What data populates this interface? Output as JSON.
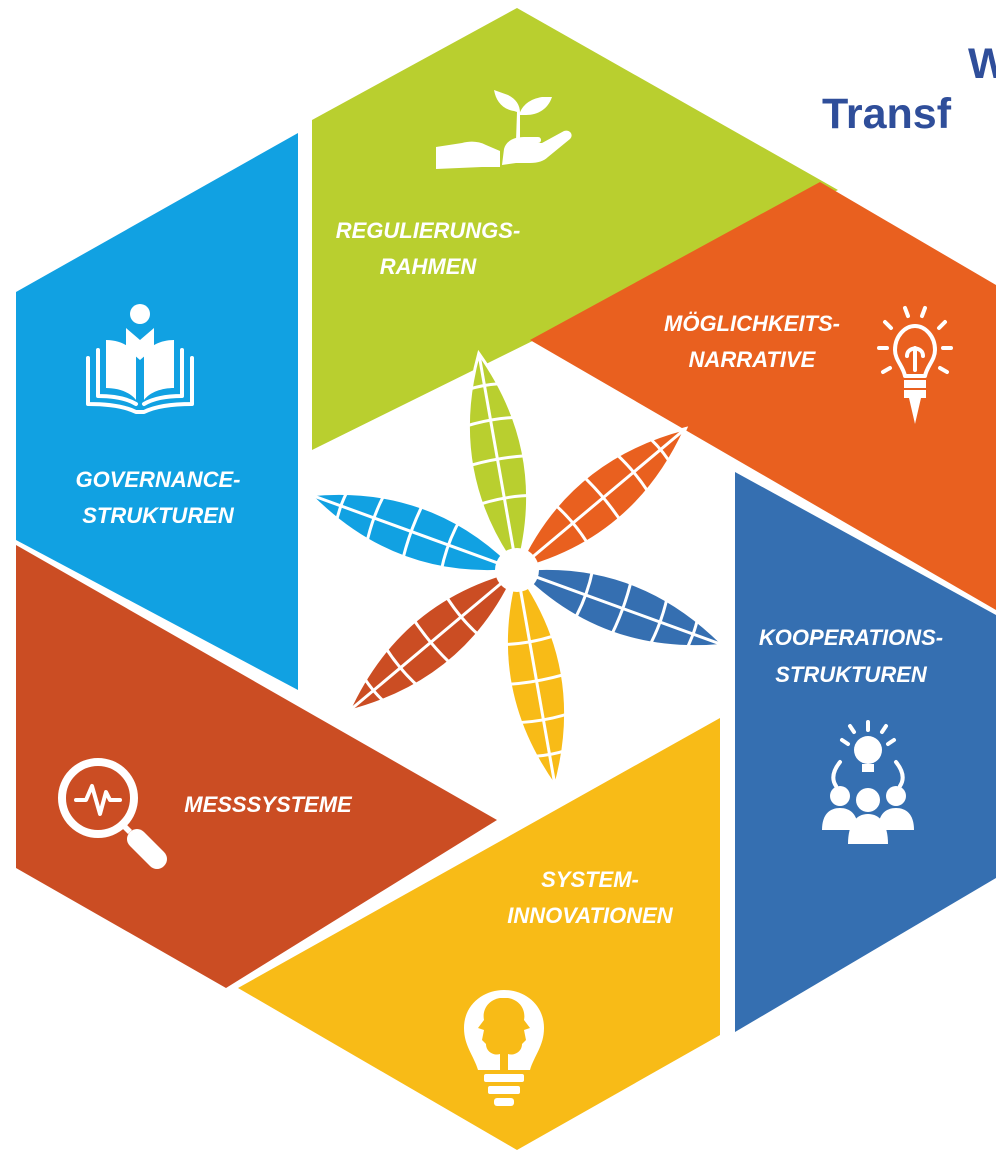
{
  "title": {
    "line1": "W",
    "line2": "Transf",
    "color": "#2f4e9a"
  },
  "segments": [
    {
      "id": "regulierung",
      "line1": "REGULIERUNGS-",
      "line2": "RAHMEN",
      "color": "#b9cf2f",
      "icon": "hand-sprout-icon"
    },
    {
      "id": "moeglichkeit",
      "line1": "MÖGLICHKEITS-",
      "line2": "NARRATIVE",
      "color": "#e9601f",
      "icon": "lightbulb-pen-icon"
    },
    {
      "id": "kooperation",
      "line1": "KOOPERATIONS-",
      "line2": "STRUKTUREN",
      "color": "#356fb1",
      "icon": "team-idea-icon"
    },
    {
      "id": "system",
      "line1": "SYSTEM-",
      "line2": "INNOVATIONEN",
      "color": "#f8bb17",
      "icon": "heads-bulb-icon"
    },
    {
      "id": "mess",
      "line1": "MESSSYSTEME",
      "line2": "",
      "color": "#cb4d23",
      "icon": "magnifier-pulse-icon"
    },
    {
      "id": "governance",
      "line1": "GOVERNANCE-",
      "line2": "STRUKTUREN",
      "color": "#11a1e2",
      "icon": "open-book-person-icon"
    }
  ],
  "flower": {
    "petal_colors": [
      "#b9cf2f",
      "#e9601f",
      "#356fb1",
      "#f8bb17",
      "#cb4d23",
      "#11a1e2"
    ]
  }
}
